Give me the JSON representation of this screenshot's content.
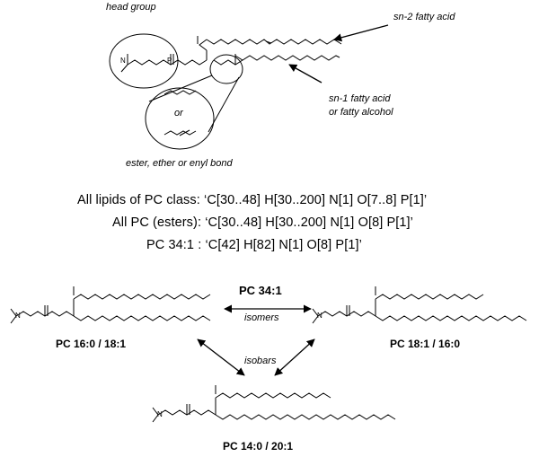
{
  "labels": {
    "head_group": "head group",
    "sn2": "sn-2 fatty acid",
    "sn1_line1": "sn-1 fatty acid",
    "sn1_line2": "or fatty alcohol",
    "or": "or",
    "bond_types": "ester, ether or enyl bond",
    "isomers": "isomers",
    "isobars": "isobars"
  },
  "formulas": [
    "All lipids of PC class: ‘C[30..48] H[30..200] N[1] O[7..8] P[1]’",
    "All PC (esters): ‘C[30..48] H[30..200] N[1] O[8] P[1]’",
    "PC 34:1 : ‘C[42] H[82] N[1] O[8] P[1]’"
  ],
  "species": {
    "center": "PC 34:1",
    "left": "PC 16:0 / 18:1",
    "right": "PC 18:1 / 16:0",
    "bottom": "PC 14:0 / 20:1"
  }
}
